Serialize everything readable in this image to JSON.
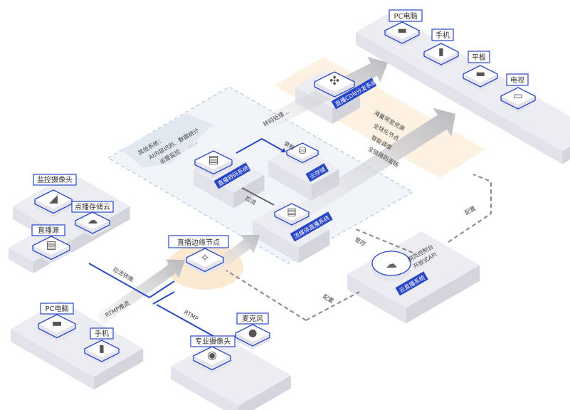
{
  "colors": {
    "accent": "#2a47c8",
    "slab_top": "#ecedf3",
    "slab_side": "#d3d4dc",
    "band": "#fdf1e1",
    "zone": "#f1f5f9"
  },
  "top_devices": {
    "pc": "PC电脑",
    "phone": "手机",
    "tablet": "平板",
    "tv": "电视"
  },
  "cdn": {
    "title": "直播CDN分发系统",
    "features": [
      "海量带宽资源",
      "全球化节点",
      "智能调度",
      "全链路防盗链"
    ]
  },
  "core": {
    "other_systems": [
      "其他系统：",
      "AI内容识别、数据统计",
      "运营监控",
      "……"
    ],
    "transcode": "直播转码系统",
    "storage": "云存储",
    "streaming": "流媒体直播系统",
    "flows": {
      "transcode_process": "转码处理...",
      "record": "录制",
      "pull": "拉流"
    }
  },
  "cloud_live": {
    "title": "云直播系统",
    "console": "网页控制台",
    "api": "开放式API",
    "manage": "管控",
    "config_top": "配置",
    "config_bottom": "配置"
  },
  "sources": {
    "camera": "监控摄像头",
    "vod": "点播存储云",
    "live_source": "直播源",
    "relay": "拉流转推"
  },
  "edge": {
    "title": "直播边缘节点",
    "rtmp_push": "RTMP推流",
    "rtmp": "RTMP"
  },
  "push_devices": {
    "pc": "PC电脑",
    "phone": "手机",
    "pro_camera": "专业摄像头",
    "mic": "麦克风"
  }
}
